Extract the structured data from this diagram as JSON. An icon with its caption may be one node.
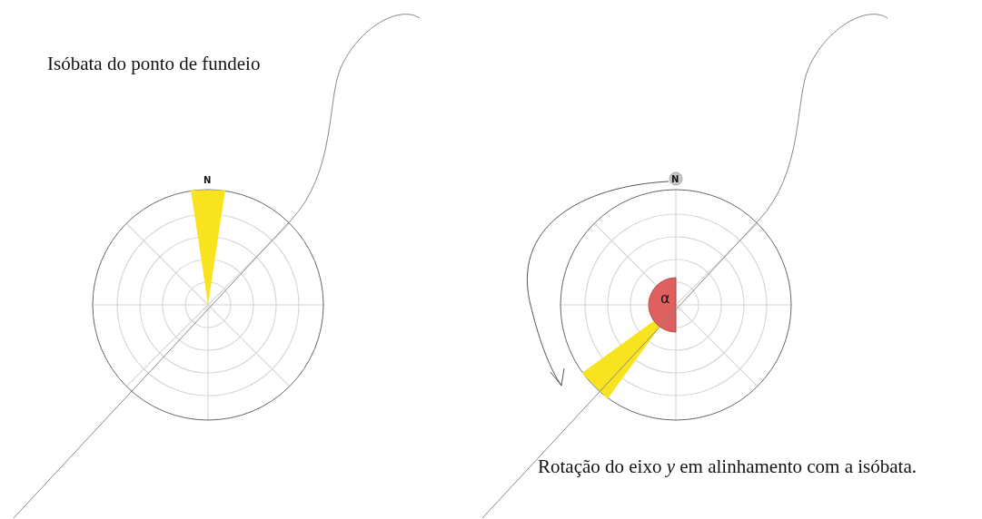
{
  "diagram": {
    "labels": [
      "Isóbata do ponto de fundeio",
      "N",
      "N",
      "α",
      "Rotação do eixo *y* em alinhamento com a isóbata."
    ]
  }
}
